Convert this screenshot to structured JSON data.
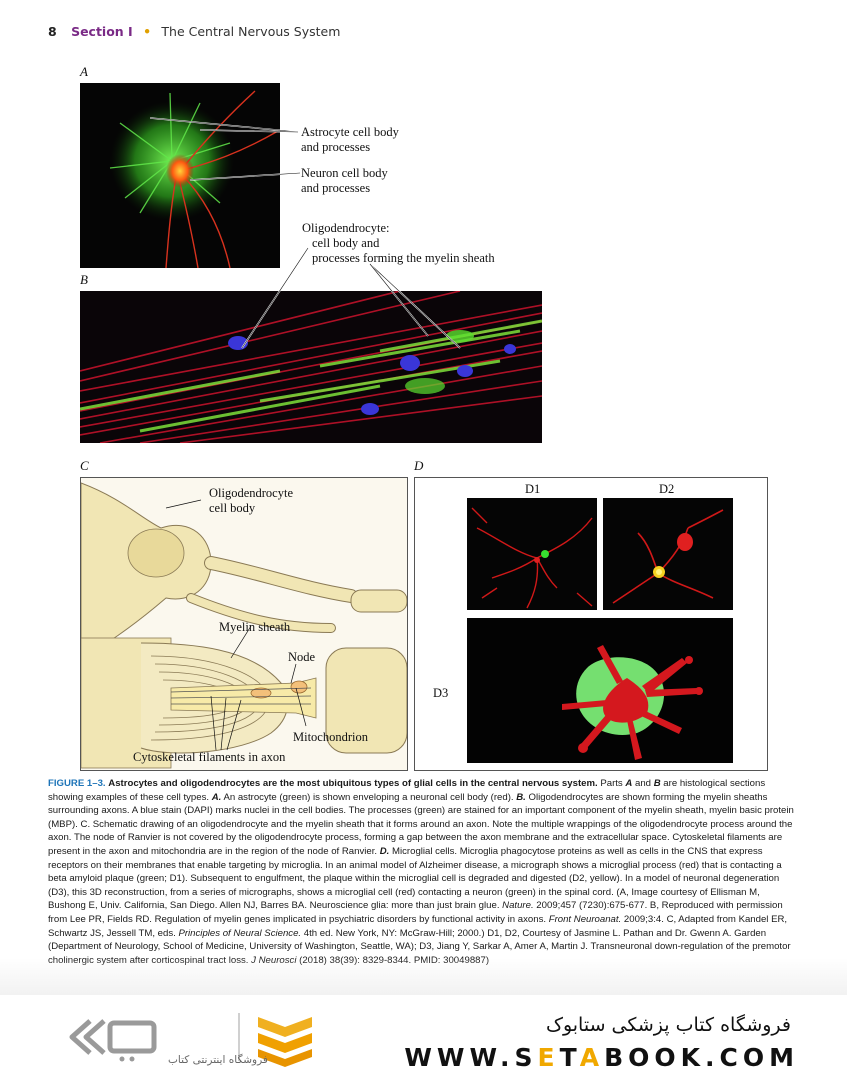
{
  "header": {
    "page_number": "8",
    "section": "Section I",
    "title": "The Central Nervous System"
  },
  "panels": {
    "a_label": "A",
    "b_label": "B",
    "c_label": "C",
    "d_label": "D"
  },
  "annotations": {
    "astrocyte_line1": "Astrocyte cell body",
    "astrocyte_line2": "and processes",
    "neuron_line1": "Neuron cell body",
    "neuron_line2": "and processes",
    "oligo_line1": "Oligodendrocyte:",
    "oligo_line2": "cell body and",
    "oligo_line3": "processes forming the myelin sheath",
    "c_oligo_line1": "Oligodendrocyte",
    "c_oligo_line2": "cell body",
    "c_myelin": "Myelin sheath",
    "c_node": "Node",
    "c_mito": "Mitochondrion",
    "c_cyto": "Cytoskeletal filaments in axon",
    "d1": "D1",
    "d2": "D2",
    "d3": "D3"
  },
  "caption": {
    "figure_label": "FIGURE 1–3.",
    "lead": "Astrocytes and oligodendrocytes are the most ubiquitous types of glial cells in the central nervous system.",
    "seg01": " Parts ",
    "seg02": "A",
    "seg03": " and ",
    "seg04": "B",
    "seg05": " are histological sections showing examples of these cell types. ",
    "seg06": "A.",
    "seg07": " An astrocyte (green) is shown enveloping a neuronal cell body (red). ",
    "seg08": "B.",
    "seg09": " Oligodendrocytes are shown forming the myelin sheaths surrounding axons. A blue stain (DAPI) marks nuclei in the cell bodies. The processes (green) are stained for an important component of the myelin sheath, myelin basic protein (MBP). C. Schematic drawing of an oligodendrocyte and the myelin sheath that it forms around an axon. Note the multiple wrappings of the oligodendrocyte process around the axon. The node of Ranvier is not covered by the oligodendrocyte process, forming a gap between the axon membrane and the extracellular space. Cytoskeletal filaments are present in the axon and mitochondria are in the region of the node of Ranvier. ",
    "seg10": "D.",
    "seg11": " Microglial cells. Microglia phagocytose proteins as well as cells in the CNS that express receptors on their membranes that enable targeting by microglia. In an animal model of Alzheimer disease, a micrograph shows a microglial process (red) that is contacting a beta amyloid plaque (green; D1). Subsequent to engulfment, the plaque within the microglial cell is degraded and digested (D2, yellow). In a model of neuronal degeneration (D3), this 3D reconstruction, from a series of micrographs, shows a microglial cell (red) contacting a neuron (green) in the spinal cord. (A, Image courtesy of Ellisman M, Bushong E, Univ. California, San Diego. Allen NJ, Barres BA. Neuroscience glia: more than just brain glue. ",
    "seg12": "Nature.",
    "seg13": " 2009;457 (7230):675-677. B, Reproduced with permission from Lee PR, Fields RD. Regulation of myelin genes implicated in psychiatric disorders by functional activity in axons. ",
    "seg14": "Front Neuroanat.",
    "seg15": " 2009;3:4. C, Adapted from Kandel ER, Schwartz JS, Jessell TM, eds. ",
    "seg16": "Principles of Neural Science.",
    "seg17": " 4th ed. New York, NY: McGraw-Hill; 2000.) D1, D2, Courtesy of Jasmine L. Pathan and Dr. Gwenn A. Garden (Department of Neurology, School of Medicine, University of Washington, Seattle, WA); D3, Jiang Y, Sarkar A, Amer A, Martin J. Transneuronal down-regulation of the premotor cholinergic system after corticospinal tract loss. ",
    "seg18": "J Neurosci",
    "seg19": " (2018) 38(39): 8329-8344. PMID: 30049887)"
  },
  "footer": {
    "shop_name": "فروشگاه کتاب پزشکی ستابوک",
    "url_part1": "WWW.S",
    "url_part2": "E",
    "url_part3": "T",
    "url_part4": "A",
    "url_part5": "BOOK.COM",
    "brand_sub": "فروشگاه اینترنتی کتاب"
  },
  "colors": {
    "section": "#7a2a86",
    "figure_label": "#1d74b8",
    "accent": "#f0a800"
  }
}
